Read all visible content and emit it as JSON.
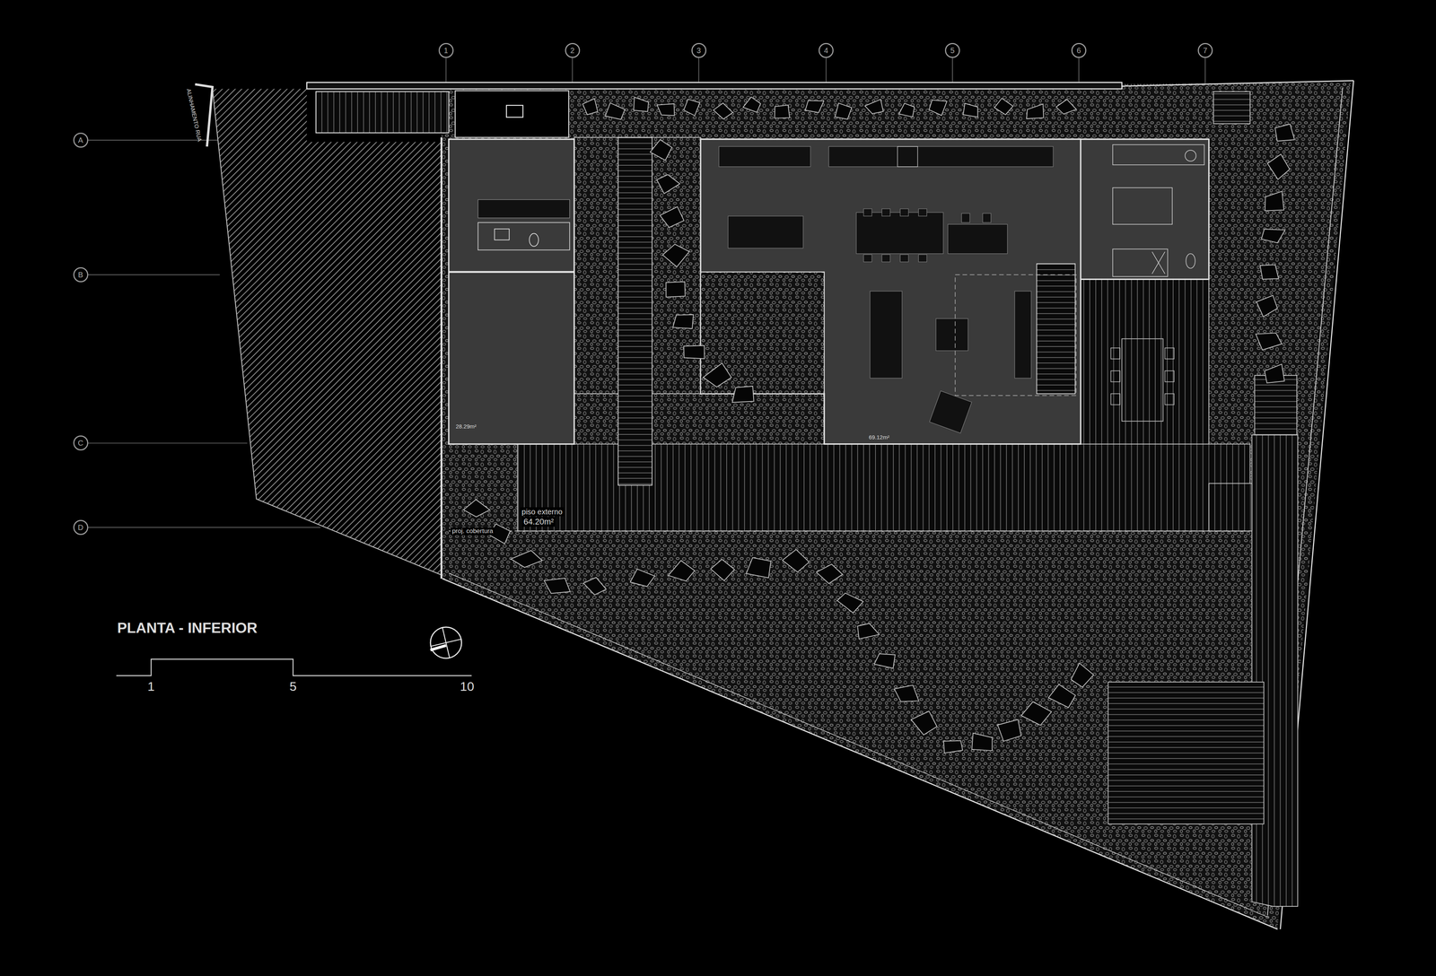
{
  "diagram": {
    "title": "PLANTA - INFERIOR",
    "nodes": [
      {
        "text": [
          "1"
        ]
      },
      {
        "text": [
          "2"
        ]
      },
      {
        "text": [
          "3"
        ]
      },
      {
        "text": [
          "4"
        ]
      },
      {
        "text": [
          "5"
        ]
      },
      {
        "text": [
          "6"
        ]
      },
      {
        "text": [
          "7"
        ]
      },
      {
        "text": [
          "A"
        ]
      },
      {
        "text": [
          "B"
        ]
      },
      {
        "text": [
          "C"
        ]
      },
      {
        "text": [
          "D"
        ]
      }
    ],
    "labels": [
      "ALINHAMENTO RUA",
      "piso externo",
      "64.20m²",
      "proj. cobertura",
      "28.29m²",
      "69.12m²",
      "1",
      "5",
      "10"
    ]
  }
}
